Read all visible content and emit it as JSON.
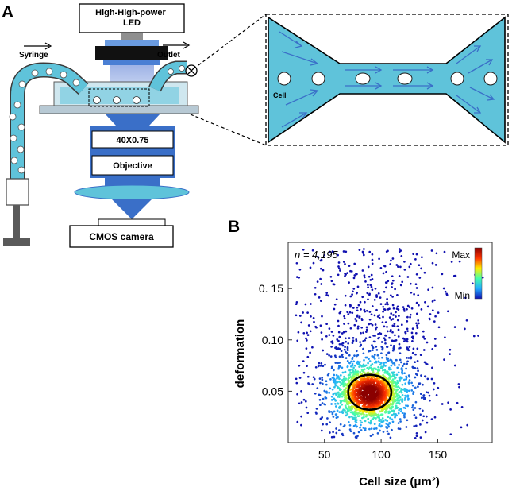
{
  "panels": {
    "a": "A",
    "b": "B"
  },
  "setup": {
    "led": "High-High-power\nLED",
    "syringe": "Syringe",
    "outlet": "Outlet",
    "objective_mag": "40X0.75",
    "objective": "Objective",
    "camera": "CMOS camera",
    "cell": "Cell"
  },
  "colors": {
    "fluid": "#5fc3da",
    "stage": "#cfe7ef",
    "objective": "#3a6fc8",
    "arrow": "#3a6fc8"
  },
  "chart_data": {
    "type": "scatter",
    "annotation_n": "n = 4,195",
    "xlabel": "Cell size (μm²)",
    "ylabel": "deformation",
    "x_ticks": [
      50,
      100,
      150
    ],
    "y_ticks": [
      0.05,
      0.1,
      0.15
    ],
    "y_tick_labels": [
      "0.05",
      "0.10",
      "0. 15"
    ],
    "xlim": [
      18,
      198
    ],
    "ylim": [
      0.0,
      0.195
    ],
    "colorbar": {
      "max": "Max",
      "min": "Min"
    },
    "density_peak": {
      "x": 90,
      "y": 0.048
    },
    "contour": {
      "cx": 90,
      "cy": 0.049,
      "rx": 19,
      "ry": 0.017
    }
  }
}
